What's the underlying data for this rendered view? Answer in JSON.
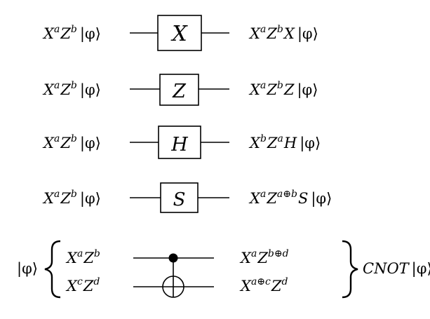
{
  "rows": [
    {
      "input": {
        "base1": "X",
        "sup1": "a",
        "base2": "Z",
        "sup2": "b",
        "ket": "|φ⟩"
      },
      "gate": "X",
      "output": {
        "base1": "X",
        "sup1": "a",
        "base2": "Z",
        "sup2": "b",
        "op": "X",
        "ket": "|φ⟩"
      }
    },
    {
      "input": {
        "base1": "X",
        "sup1": "a",
        "base2": "Z",
        "sup2": "b",
        "ket": "|φ⟩"
      },
      "gate": "Z",
      "output": {
        "base1": "X",
        "sup1": "a",
        "base2": "Z",
        "sup2": "b",
        "op": "Z",
        "ket": "|φ⟩"
      }
    },
    {
      "input": {
        "base1": "X",
        "sup1": "a",
        "base2": "Z",
        "sup2": "b",
        "ket": "|φ⟩"
      },
      "gate": "H",
      "output": {
        "base1": "X",
        "sup1": "b",
        "base2": "Z",
        "sup2": "a",
        "op": "H",
        "ket": "|φ⟩"
      }
    },
    {
      "input": {
        "base1": "X",
        "sup1": "a",
        "base2": "Z",
        "sup2": "b",
        "ket": "|φ⟩"
      },
      "gate": "S",
      "output": {
        "base1": "X",
        "sup1": "a",
        "base2": "Z",
        "sup2": "a⊕b",
        "op": "S",
        "ket": "|φ⟩"
      }
    }
  ],
  "cnot": {
    "ket_left": "|φ⟩",
    "in_top": {
      "base1": "X",
      "sup1": "a",
      "base2": "Z",
      "sup2": "b"
    },
    "in_bottom": {
      "base1": "X",
      "sup1": "c",
      "base2": "Z",
      "sup2": "d"
    },
    "out_top": {
      "base1": "X",
      "sup1": "a",
      "base2": "Z",
      "sup2": "b⊕d"
    },
    "out_bottom": {
      "base1": "X",
      "sup1": "a⊕c",
      "base2": "Z",
      "sup2": "d"
    },
    "result_label": "CNOT",
    "result_ket": "|φ⟩"
  }
}
